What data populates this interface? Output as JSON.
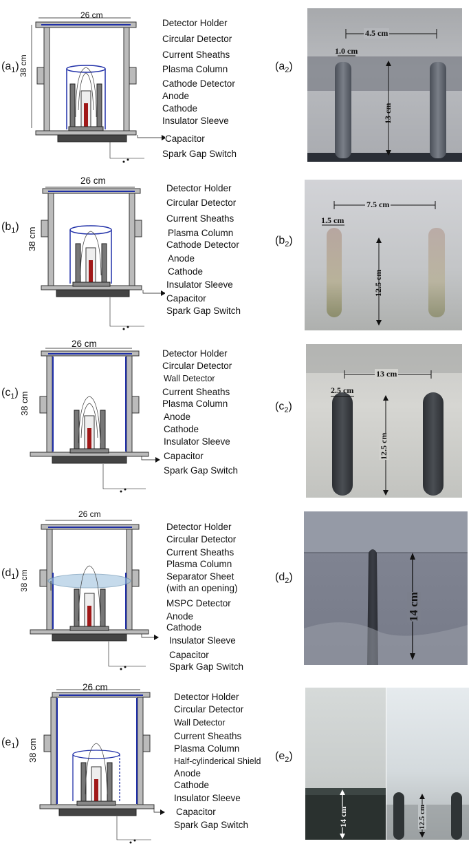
{
  "panels": [
    {
      "id": "a",
      "label_main": "(a",
      "label_sub": "1",
      "label_close": ")",
      "photo_main": "(a",
      "photo_sub": "2",
      "photo_close": ")",
      "width_text": "26 cm",
      "height_text": "38 cm",
      "labels": [
        "Detector Holder",
        "Circular Detector",
        "Current Sheaths",
        "Plasma Column",
        "Cathode Detector",
        "Anode",
        "Cathode",
        "Insulator Sleeve",
        "Capacitor",
        "Spark Gap Switch"
      ],
      "photo_dims": [
        "4.5 cm",
        "1.0 cm",
        "13 cm"
      ]
    },
    {
      "id": "b",
      "label_main": "(b",
      "label_sub": "1",
      "label_close": ")",
      "photo_main": "(b",
      "photo_sub": "2",
      "photo_close": ")",
      "width_text": "26 cm",
      "height_text": "38 cm",
      "labels": [
        "Detector Holder",
        "Circular Detector",
        "Current Sheaths",
        "Plasma Column",
        "Cathode Detector",
        "Anode",
        "Cathode",
        "Insulator Sleeve",
        "Capacitor",
        "Spark Gap Switch"
      ],
      "photo_dims": [
        "7.5 cm",
        "1.5 cm",
        "12.5 cm"
      ]
    },
    {
      "id": "c",
      "label_main": "(c",
      "label_sub": "1",
      "label_close": ")",
      "photo_main": "(c",
      "photo_sub": "2",
      "photo_close": ")",
      "width_text": "26 cm",
      "height_text": "38 cm",
      "labels": [
        "Detector Holder",
        "Circular Detector",
        "Wall Detector",
        "Current Sheaths",
        "Plasma Column",
        "Anode",
        "Cathode",
        "Insulator Sleeve",
        "Capacitor",
        "Spark Gap Switch"
      ],
      "photo_dims": [
        "13 cm",
        "2.5 cm",
        "12.5 cm"
      ]
    },
    {
      "id": "d",
      "label_main": "(d",
      "label_sub": "1",
      "label_close": ")",
      "photo_main": "(d",
      "photo_sub": "2",
      "photo_close": ")",
      "width_text": "26 cm",
      "height_text": "38 cm",
      "labels": [
        "Detector Holder",
        "Circular Detector",
        "Current Sheaths",
        "Plasma Column",
        "Separator Sheet",
        "(with an opening)",
        "MSPC Detector",
        "Anode",
        "Cathode",
        "Insulator Sleeve",
        "Capacitor",
        "Spark Gap Switch"
      ],
      "photo_dims": [
        "14 cm"
      ]
    },
    {
      "id": "e",
      "label_main": "(e",
      "label_sub": "1",
      "label_close": ")",
      "photo_main": "(e",
      "photo_sub": "2",
      "photo_close": ")",
      "width_text": "26 cm",
      "height_text": "38 cm",
      "labels": [
        "Detector Holder",
        "Circular Detector",
        "Wall Detector",
        "Current Sheaths",
        "Plasma Column",
        "Half-cylinderical Shield",
        "Anode",
        "Cathode",
        "Insulator Sleeve",
        "Capacitor",
        "Spark Gap Switch"
      ],
      "photo_dims": [
        "14 cm",
        "12.5 cm"
      ]
    }
  ],
  "colors": {
    "detector": "#1f2fa8",
    "cathode_rod": "#a01818",
    "wall": "#555555",
    "ink": "#111111"
  }
}
